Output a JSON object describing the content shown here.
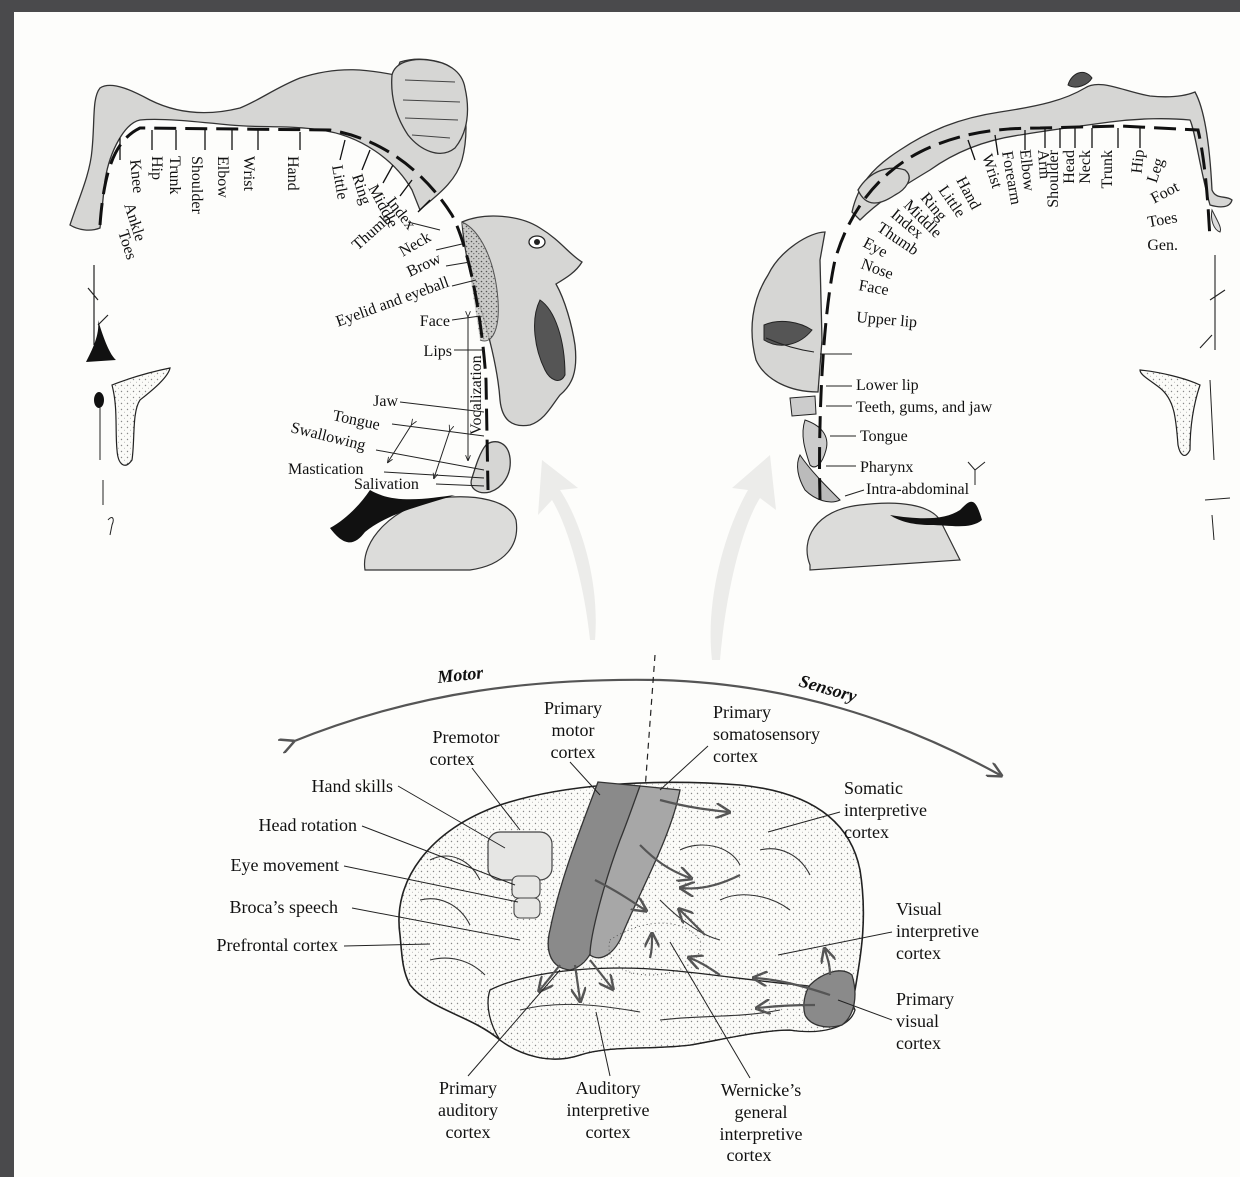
{
  "motor_homunculus": {
    "labels": [
      "Toes",
      "Ankle",
      "Knee",
      "Hip",
      "Trunk",
      "Shoulder",
      "Elbow",
      "Wrist",
      "Hand",
      "Little",
      "Ring",
      "Middle",
      "Index",
      "Thumb",
      "Neck",
      "Brow",
      "Eyelid and eyeball",
      "Face",
      "Lips",
      "Jaw",
      "Tongue",
      "Swallowing",
      "Mastication",
      "Salivation",
      "Vocalization"
    ]
  },
  "sensory_homunculus": {
    "labels": [
      "Hand",
      "Little",
      "Ring",
      "Middle",
      "Index",
      "Thumb",
      "Eye",
      "Nose",
      "Face",
      "Upper lip",
      "Lower lip",
      "Teeth, gums, and jaw",
      "Tongue",
      "Pharynx",
      "Intra-abdominal",
      "Wrist",
      "Forearm",
      "Elbow",
      "Arm",
      "Shoulder",
      "Head",
      "Neck",
      "Trunk",
      "Hip",
      "Leg",
      "Foot",
      "Toes",
      "Gen."
    ]
  },
  "axis": {
    "motor": "Motor",
    "sensory": "Sensory"
  },
  "brain_labels": {
    "premotor_cortex": [
      "Premotor",
      "cortex"
    ],
    "primary_motor_cortex": [
      "Primary",
      "motor",
      "cortex"
    ],
    "primary_somatosensory_cortex": [
      "Primary",
      "somatosensory",
      "cortex"
    ],
    "somatic_interpretive_cortex": [
      "Somatic",
      "interpretive",
      "cortex"
    ],
    "hand_skills": "Hand skills",
    "head_rotation": "Head rotation",
    "eye_movement": "Eye movement",
    "brocas_speech": "Broca’s speech",
    "prefrontal_cortex": "Prefrontal cortex",
    "visual_interpretive_cortex": [
      "Visual",
      "interpretive",
      "cortex"
    ],
    "primary_visual_cortex": [
      "Primary",
      "visual",
      "cortex"
    ],
    "primary_auditory_cortex": [
      "Primary",
      "auditory",
      "cortex"
    ],
    "auditory_interpretive_cortex": [
      "Auditory",
      "interpretive",
      "cortex"
    ],
    "wernickes_area": [
      "Wernicke’s",
      "general",
      "interpretive",
      "cortex"
    ]
  }
}
